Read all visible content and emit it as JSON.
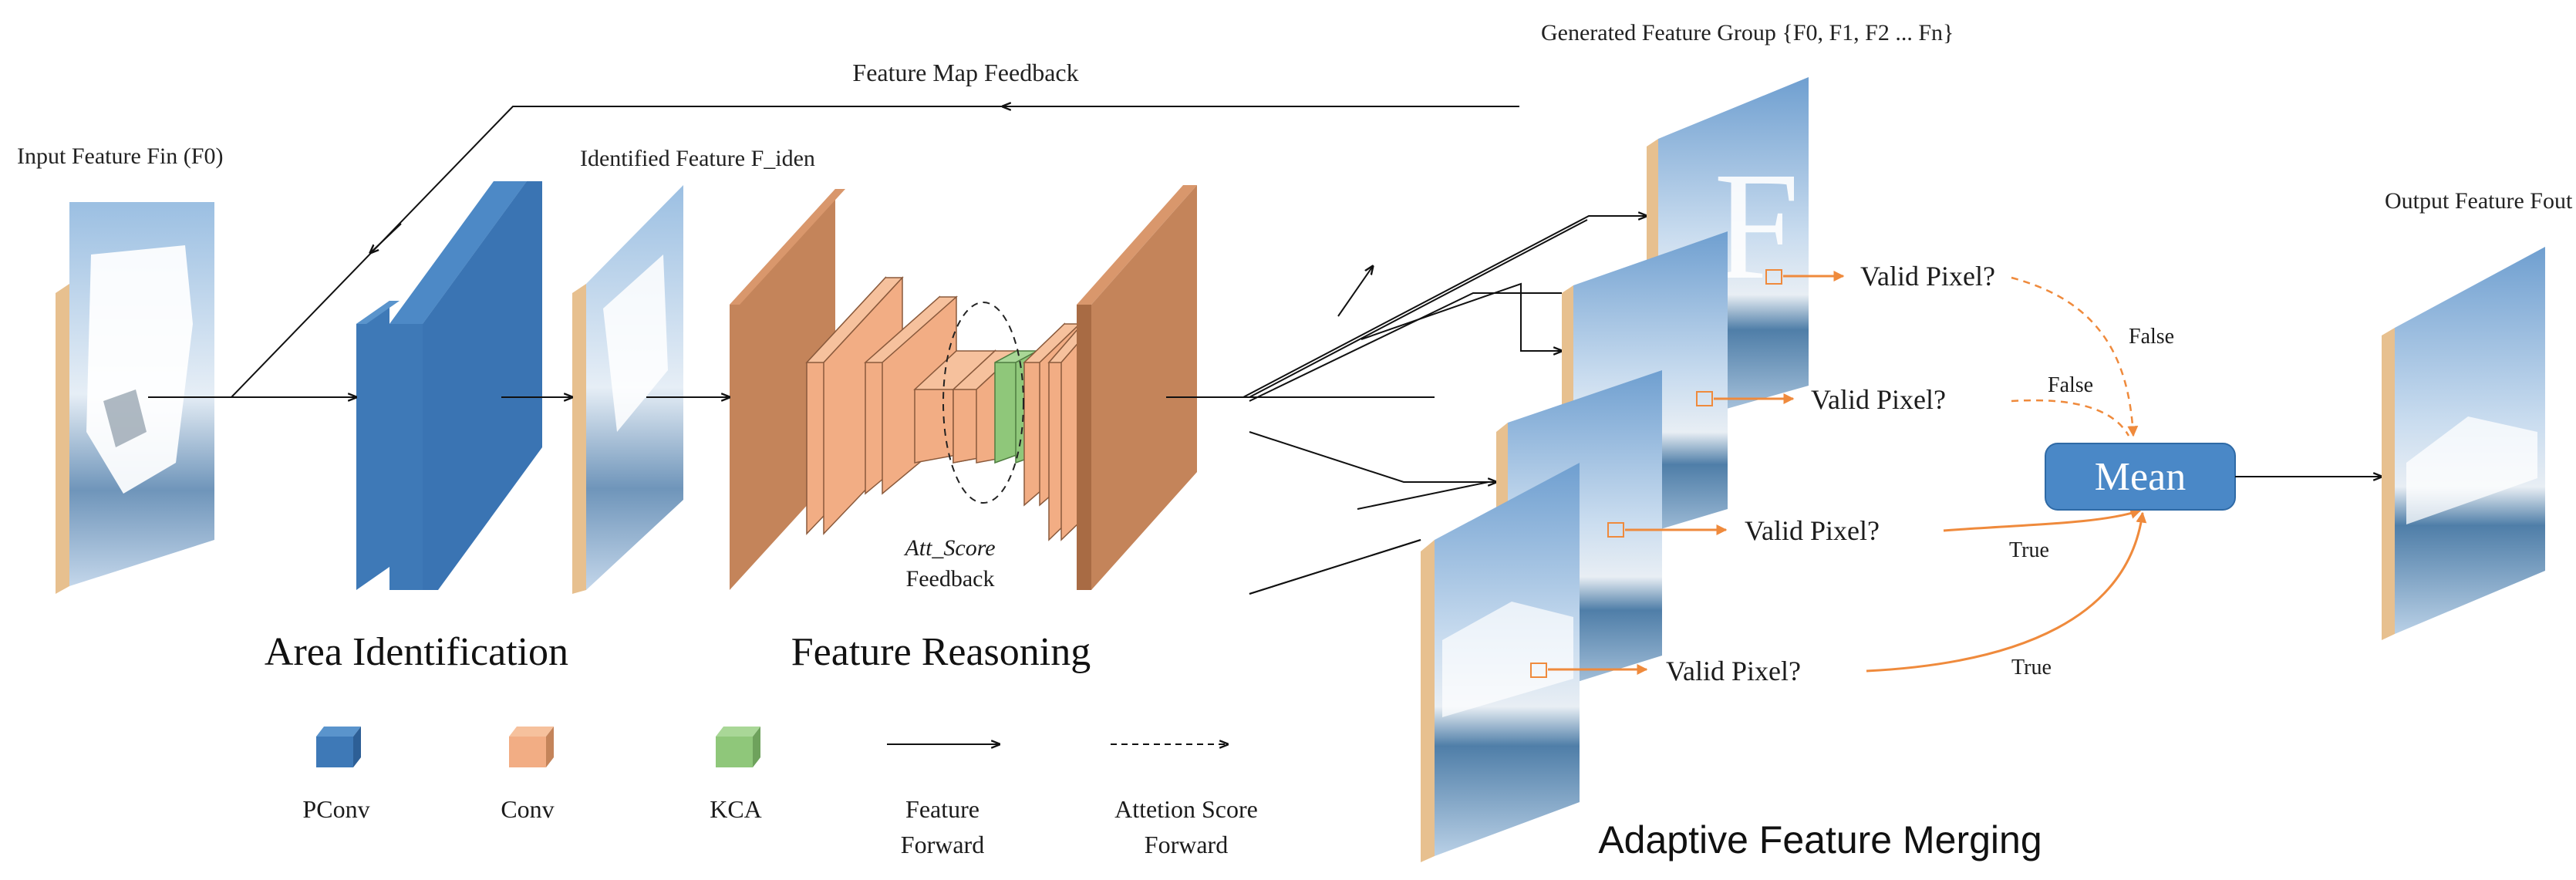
{
  "labels": {
    "input_feature": "Input Feature Fin (F0)",
    "identified_feature": "Identified Feature F_iden",
    "feature_map_feedback": "Feature Map Feedback",
    "generated_group": "Generated Feature Group {F0, F1, F2 ... Fn}",
    "output_feature": "Output Feature Fout",
    "att_score": "Att_Score",
    "feedback": "Feedback",
    "mean": "Mean",
    "valid_pixel": "Valid Pixel?",
    "false_label": "False",
    "true_label": "True"
  },
  "stages": {
    "area_identification": "Area Identification",
    "feature_reasoning": "Feature Reasoning",
    "adaptive_merging": "Adaptive Feature Merging"
  },
  "legend": {
    "pconv": "PConv",
    "conv": "Conv",
    "kca": "KCA",
    "feature_forward_1": "Feature",
    "feature_forward_2": "Forward",
    "attention_1": "Attetion Score",
    "attention_2": "Forward"
  },
  "colors": {
    "pconv": "#3e79b7",
    "conv_dark": "#c4845a",
    "conv_light": "#f2ad84",
    "kca": "#8fc77a",
    "orange_arrow": "#ef8a3c",
    "mean_box": "#4a88c7"
  }
}
